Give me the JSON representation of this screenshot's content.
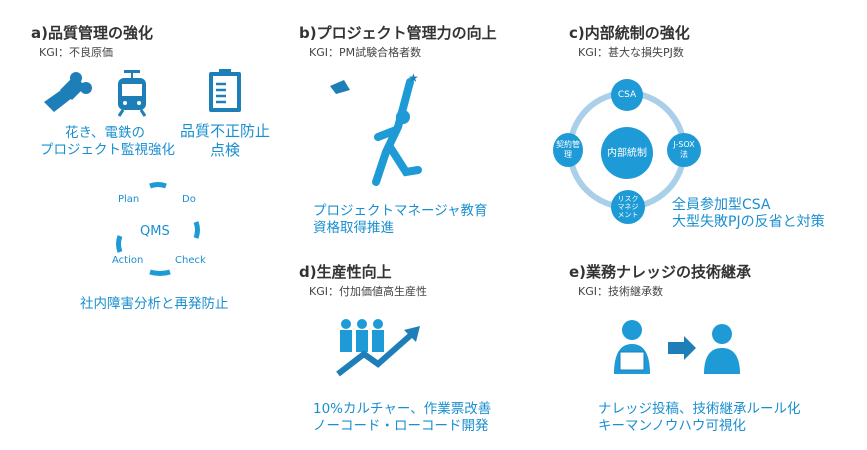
{
  "colors": {
    "accent": "#1e9ad6",
    "ring": "#a9cfe9",
    "heading": "#333333"
  },
  "a": {
    "title": "a)品質管理の強化",
    "kgi": "KGI：不良原価",
    "text1": [
      "花き、電鉄の",
      "プロジェクト監視強化"
    ],
    "text2": [
      "品質不正防止",
      "点検"
    ],
    "cycle": {
      "plan": "Plan",
      "do": "Do",
      "check": "Check",
      "action": "Action",
      "center": "QMS"
    },
    "text3": "社内障害分析と再発防止"
  },
  "b": {
    "title": "b)プロジェクト管理力の向上",
    "kgi": "KGI：PM試験合格者数",
    "text": [
      "プロジェクトマネージャ教育",
      "資格取得推進"
    ]
  },
  "c": {
    "title": "c)内部統制の強化",
    "kgi": "KGI：甚大な損失PJ数",
    "nodes": {
      "center": "内部統制",
      "top": "CSA",
      "left": "契約管理",
      "right": "J-SOX法",
      "bottom": "リスクマネジメント"
    },
    "text": [
      "全員参加型CSA",
      "大型失敗PJの反省と対策"
    ]
  },
  "d": {
    "title": "d)生産性向上",
    "kgi": "KGI：付加価値高生産性",
    "text": [
      "10%カルチャー、作業票改善",
      "ノーコード・ローコード開発"
    ]
  },
  "e": {
    "title": "e)業務ナレッジの技術継承",
    "kgi": "KGI：技術継承数",
    "text": [
      "ナレッジ投稿、技術継承ルール化",
      "キーマンノウハウ可視化"
    ]
  }
}
